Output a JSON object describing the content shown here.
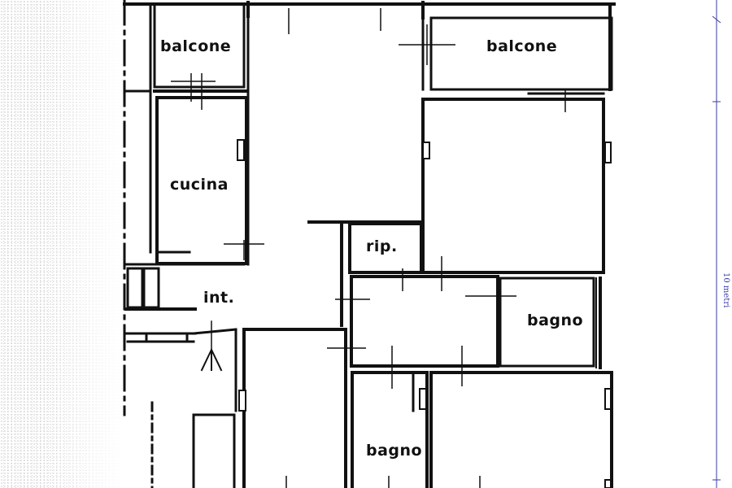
{
  "floorplan": {
    "rooms": {
      "balcone_left": "balcone",
      "balcone_right": "balcone",
      "cucina": "cucina",
      "ripostiglio": "rip.",
      "ingresso": "int.",
      "bagno_right": "bagno",
      "bagno_bottom": "bagno"
    },
    "scale_label": "10 metri",
    "colors": {
      "walls": "#111111",
      "scale": "#3a3aa8",
      "noise": "#9a9a9a"
    }
  }
}
